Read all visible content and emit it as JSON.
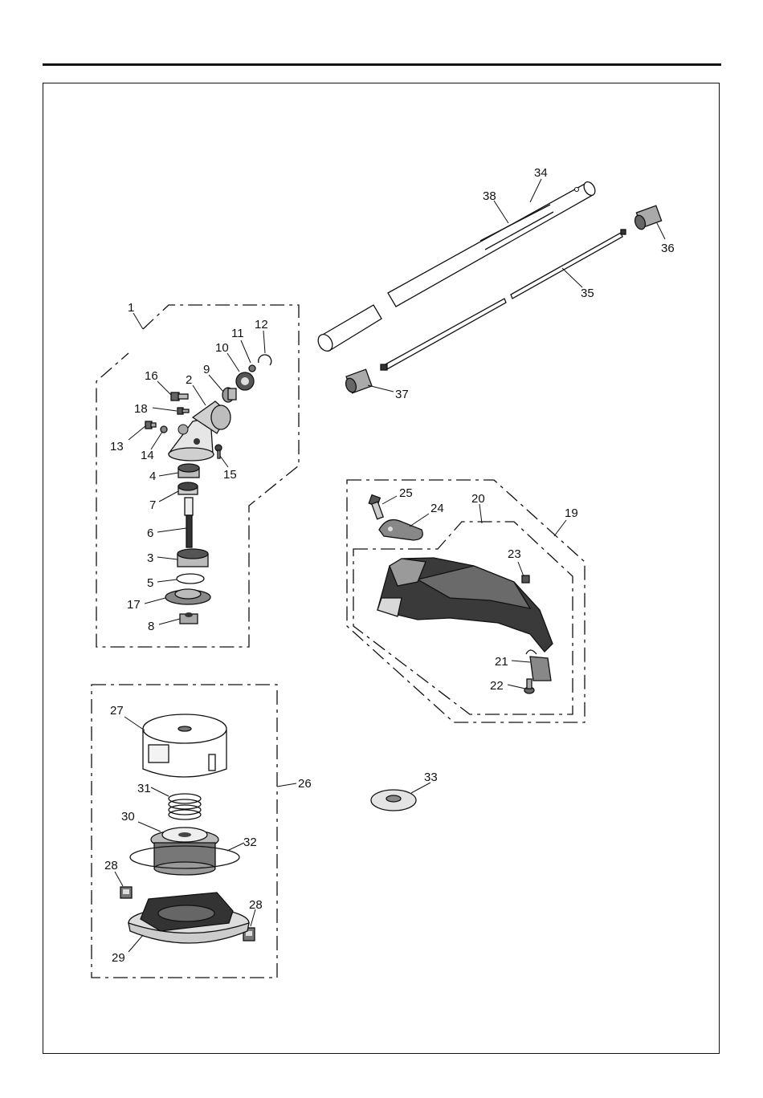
{
  "labels": {
    "p1": "1",
    "p2": "2",
    "p3": "3",
    "p4": "4",
    "p5": "5",
    "p6": "6",
    "p7": "7",
    "p8": "8",
    "p9": "9",
    "p10": "10",
    "p11": "11",
    "p12": "12",
    "p13": "13",
    "p14": "14",
    "p15": "15",
    "p16": "16",
    "p17": "17",
    "p18": "18",
    "p19": "19",
    "p20": "20",
    "p21": "21",
    "p22": "22",
    "p23": "23",
    "p24": "24",
    "p25": "25",
    "p26": "26",
    "p27": "27",
    "p28a": "28",
    "p28b": "28",
    "p29": "29",
    "p30": "30",
    "p31": "31",
    "p32": "32",
    "p33": "33",
    "p34": "34",
    "p35": "35",
    "p36": "36",
    "p37": "37",
    "p38": "38"
  },
  "colors": {
    "line": "#111111",
    "fill_dark": "#2a2a2a",
    "fill_mid": "#8a8a8a",
    "fill_light": "#d8d8d8"
  }
}
